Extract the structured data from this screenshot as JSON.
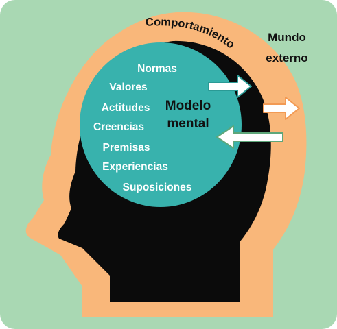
{
  "diagram": {
    "curved_label": "Comportamiento",
    "outer_label_line1": "Mundo",
    "outer_label_line2": "externo",
    "center_label_line1": "Modelo",
    "center_label_line2": "mental",
    "items": [
      "Normas",
      "Valores",
      "Actitudes",
      "Creencias",
      "Premisas",
      "Experiencias",
      "Suposiciones"
    ],
    "colors": {
      "background": "#a9d8b3",
      "head_outer": "#f9b77a",
      "head_inner": "#0b0b0b",
      "brain": "#38b2ad",
      "arrow_fill": "#ffffff",
      "arrow_out_stroke": "#2a9a95",
      "arrow_orange_stroke": "#f29a54",
      "arrow_in_stroke": "#5ea679"
    }
  }
}
